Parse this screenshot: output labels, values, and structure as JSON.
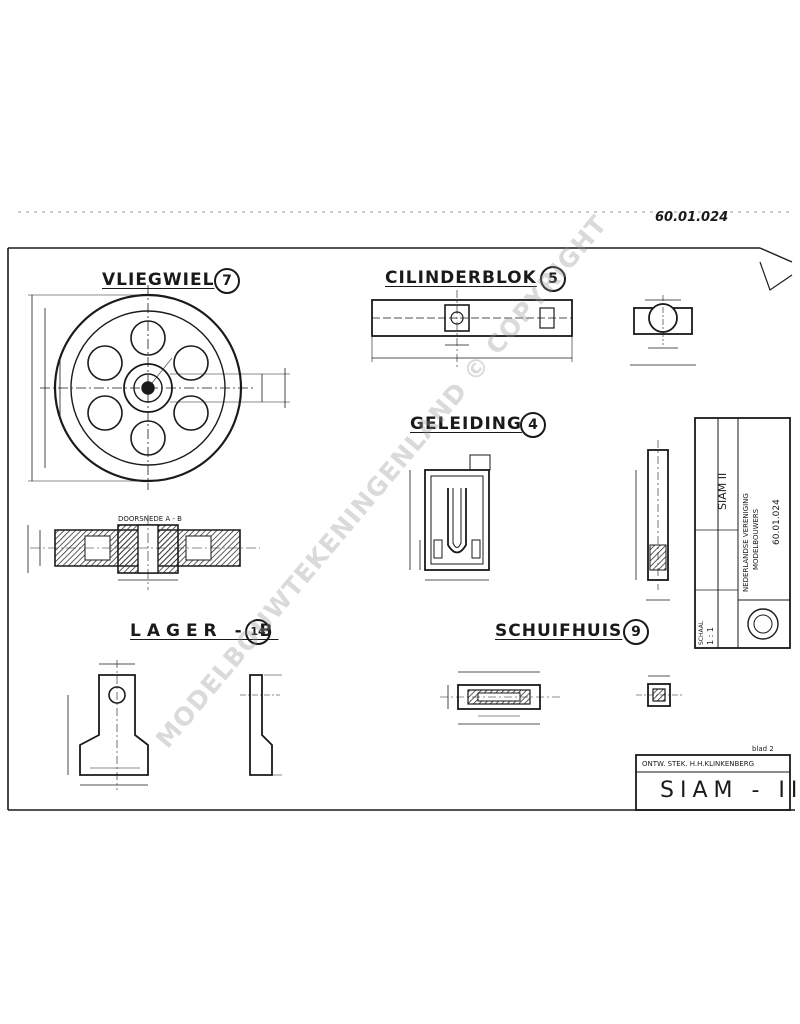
{
  "sheet": {
    "stamp_number": "60.01.024",
    "watermark": "MODELBOUWTEKENINGENLAND © COPYRIGHT"
  },
  "parts": [
    {
      "name": "VLIEGWIEL",
      "number": "7"
    },
    {
      "name": "CILINDERBLOK",
      "number": "5"
    },
    {
      "name": "GELEIDING",
      "number": "4"
    },
    {
      "name": "LAGER - B",
      "number": "14"
    },
    {
      "name": "SCHUIFHUIS",
      "number": "9"
    }
  ],
  "section_labels": {
    "vliegwiel_section": "DOORSNEDE A - B"
  },
  "title_block": {
    "model_name": "SIAM II",
    "organisation_line1": "NEDERLANDSE VERENIGING",
    "organisation_line2": "MODELBOUWERS",
    "drawing_number": "60.01.024",
    "scale_label": "SCHAAL",
    "scale_value": "1 : 1",
    "bottom_note": "ONTW. STEK. H.H.KLINKENBERG",
    "big_title": "SIAM - II",
    "small_corner": "blad 2"
  },
  "colors": {
    "ink": "#1a1a1a",
    "paper": "#ffffff",
    "hatch": "#333333"
  }
}
